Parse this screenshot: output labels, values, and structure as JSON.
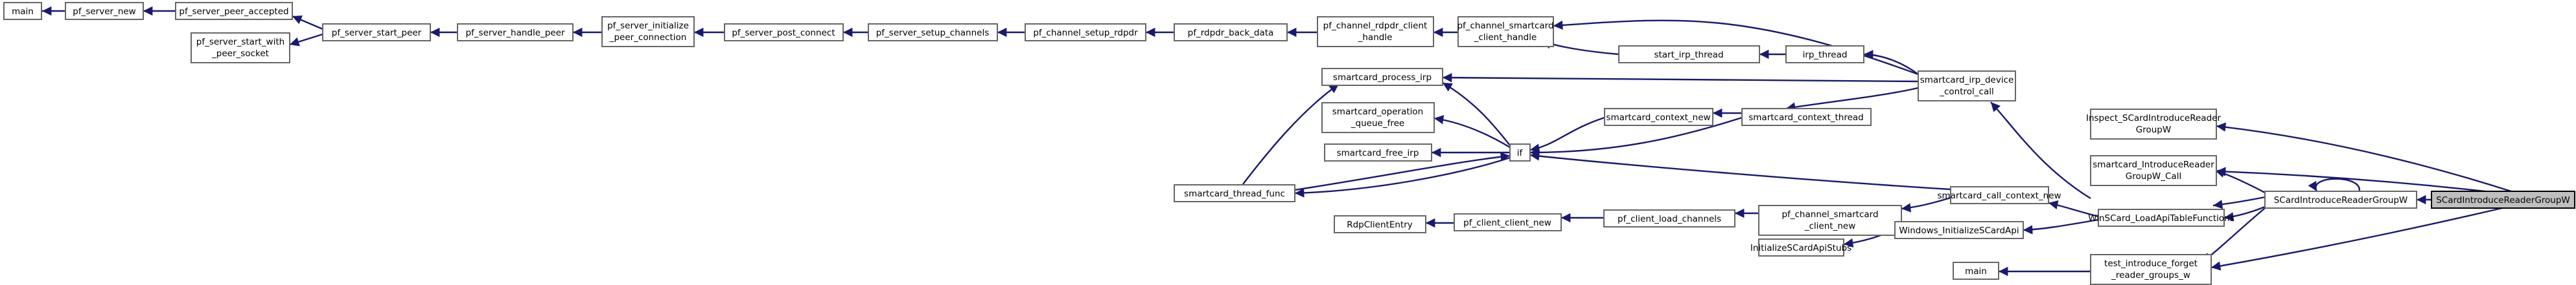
{
  "graph": {
    "nodes": [
      {
        "id": "main1",
        "lines": [
          "main"
        ]
      },
      {
        "id": "pf_server_new",
        "lines": [
          "pf_server_new"
        ]
      },
      {
        "id": "pf_server_peer_accepted",
        "lines": [
          "pf_server_peer_accepted"
        ]
      },
      {
        "id": "pf_server_start_with_peer_socket",
        "lines": [
          "pf_server_start_with",
          "_peer_socket"
        ]
      },
      {
        "id": "pf_server_start_peer",
        "lines": [
          "pf_server_start_peer"
        ]
      },
      {
        "id": "pf_server_handle_peer",
        "lines": [
          "pf_server_handle_peer"
        ]
      },
      {
        "id": "pf_server_initialize_peer_connection",
        "lines": [
          "pf_server_initialize",
          "_peer_connection"
        ]
      },
      {
        "id": "pf_server_post_connect",
        "lines": [
          "pf_server_post_connect"
        ]
      },
      {
        "id": "pf_server_setup_channels",
        "lines": [
          "pf_server_setup_channels"
        ]
      },
      {
        "id": "pf_channel_setup_rdpdr",
        "lines": [
          "pf_channel_setup_rdpdr"
        ]
      },
      {
        "id": "pf_rdpdr_back_data",
        "lines": [
          "pf_rdpdr_back_data"
        ]
      },
      {
        "id": "pf_channel_rdpdr_client_handle",
        "lines": [
          "pf_channel_rdpdr_client",
          "_handle"
        ]
      },
      {
        "id": "pf_channel_smartcard_client_handle",
        "lines": [
          "pf_channel_smartcard",
          "_client_handle"
        ]
      },
      {
        "id": "start_irp_thread",
        "lines": [
          "start_irp_thread"
        ]
      },
      {
        "id": "irp_thread",
        "lines": [
          "irp_thread"
        ]
      },
      {
        "id": "smartcard_irp_device_control_call",
        "lines": [
          "smartcard_irp_device",
          "_control_call"
        ]
      },
      {
        "id": "smartcard_process_irp",
        "lines": [
          "smartcard_process_irp"
        ]
      },
      {
        "id": "smartcard_operation_queue_free",
        "lines": [
          "smartcard_operation",
          "_queue_free"
        ]
      },
      {
        "id": "smartcard_context_new",
        "lines": [
          "smartcard_context_new"
        ]
      },
      {
        "id": "smartcard_context_thread",
        "lines": [
          "smartcard_context_thread"
        ]
      },
      {
        "id": "smartcard_free_irp",
        "lines": [
          "smartcard_free_irp"
        ]
      },
      {
        "id": "if",
        "lines": [
          "if"
        ]
      },
      {
        "id": "smartcard_thread_func",
        "lines": [
          "smartcard_thread_func"
        ]
      },
      {
        "id": "smartcard_call_context_new",
        "lines": [
          "smartcard_call_context_new"
        ]
      },
      {
        "id": "pf_channel_smartcard_client_new",
        "lines": [
          "pf_channel_smartcard",
          "_client_new"
        ]
      },
      {
        "id": "pf_client_load_channels",
        "lines": [
          "pf_client_load_channels"
        ]
      },
      {
        "id": "pf_client_client_new",
        "lines": [
          "pf_client_client_new"
        ]
      },
      {
        "id": "RdpClientEntry",
        "lines": [
          "RdpClientEntry"
        ]
      },
      {
        "id": "InitializeSCardApiStubs",
        "lines": [
          "InitializeSCardApiStubs"
        ]
      },
      {
        "id": "Windows_InitializeSCardApi",
        "lines": [
          "Windows_InitializeSCardApi"
        ]
      },
      {
        "id": "main2",
        "lines": [
          "main"
        ]
      },
      {
        "id": "WinSCard_LoadApiTableFunctions",
        "lines": [
          "WinSCard_LoadApiTableFunctions"
        ]
      },
      {
        "id": "test_introduce_forget_reader_groups_w",
        "lines": [
          "test_introduce_forget",
          "_reader_groups_w"
        ]
      },
      {
        "id": "Inspect_SCardIntroduceReaderGroupW",
        "lines": [
          "Inspect_SCardIntroduceReader",
          "GroupW"
        ]
      },
      {
        "id": "smartcard_IntroduceReaderGroupW_Call",
        "lines": [
          "smartcard_IntroduceReader",
          "GroupW_Call"
        ]
      },
      {
        "id": "SCardIntroduceReaderGroupW_inner",
        "lines": [
          "SCardIntroduceReaderGroupW"
        ]
      },
      {
        "id": "SCardIntroduceReaderGroupW_root",
        "lines": [
          "SCardIntroduceReaderGroupW"
        ]
      }
    ]
  }
}
